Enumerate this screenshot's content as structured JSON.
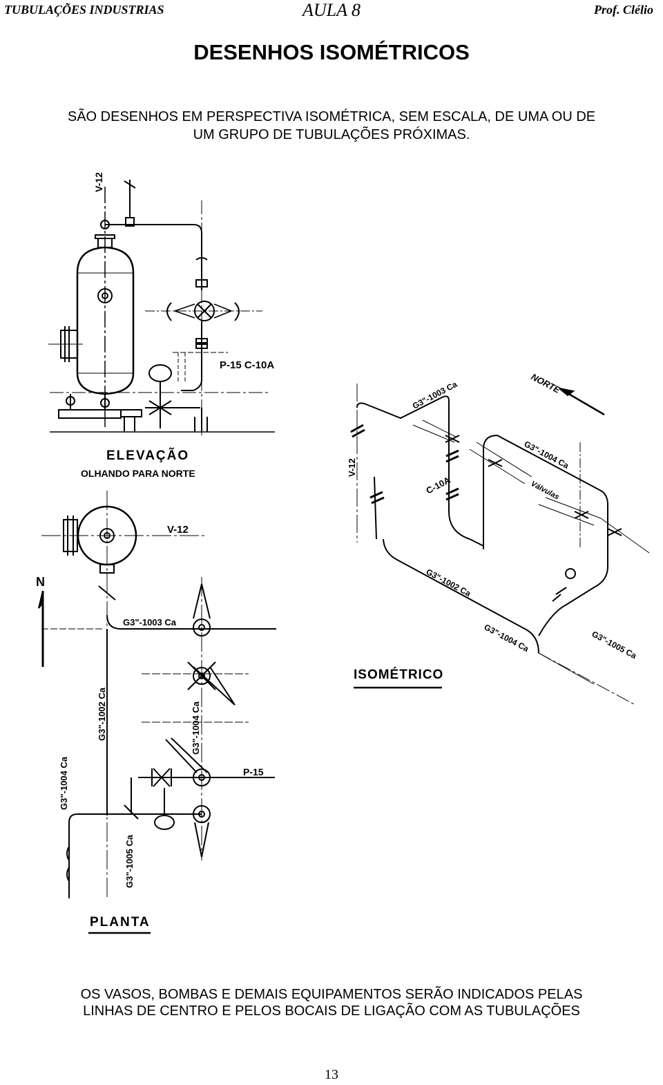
{
  "header": {
    "left": "TUBULAÇÕES INDUSTRIAS",
    "center": "AULA 8",
    "right": "Prof. Clélio"
  },
  "title": "DESENHOS ISOMÉTRICOS",
  "intro": {
    "line1": "SÃO DESENHOS EM PERSPECTIVA ISOMÉTRICA, SEM ESCALA, DE UMA OU DE",
    "line2": "UM GRUPO DE TUBULAÇÕES PRÓXIMAS."
  },
  "drawings": {
    "elevation": {
      "title": "ELEVAÇÃO",
      "subtitle": "OLHANDO PARA NORTE",
      "vessel_tag": "V-12",
      "pump_tag": "P-15  C-10A"
    },
    "plan": {
      "title": "PLANTA",
      "north": "N",
      "vessel_tag": "V-12",
      "pump_tag": "P-15",
      "line_1003": "G3\"-1003 Ca",
      "line_1002": "G3\"-1002 Ca",
      "line_1004": "G3\"-1004 Ca",
      "line_1004b": "G3\"-1004 Ca",
      "line_1005": "G3\"-1005 Ca"
    },
    "isometric": {
      "title": "ISOMÉTRICO",
      "north": "NORTE",
      "vessel_tag": "V-12",
      "pump_tag": "C-10A",
      "line_1003": "G3\"-1003 Ca",
      "line_1004": "G3\"-1004 Ca",
      "line_1002": "G3\"-1002 Ca",
      "line_1004b": "G3\"-1004 Ca",
      "line_1005": "G3\"-1005 Ca",
      "valves_label": "Válvulas"
    }
  },
  "footer": {
    "line1": "OS VASOS, BOMBAS E DEMAIS EQUIPAMENTOS SERÃO INDICADOS PELAS",
    "line2": "LINHAS DE CENTRO E PELOS BOCAIS DE LIGAÇÃO COM AS TUBULAÇÕES"
  },
  "page_number": "13"
}
